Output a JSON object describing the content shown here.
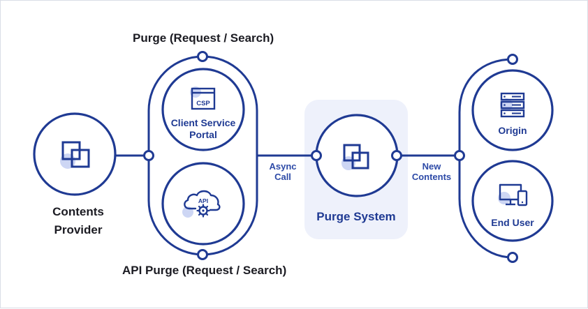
{
  "diagram": {
    "top_label": "Purge (Request / Search)",
    "bottom_label": "API Purge (Request / Search)",
    "contents_provider": {
      "line1": "Contents",
      "line2": "Provider",
      "icon": "overlapping-squares-icon"
    },
    "client_service_portal": {
      "badge": "CSP",
      "line1": "Client Service",
      "line2": "Portal",
      "icon": "browser-window-icon"
    },
    "api": {
      "badge": "API",
      "icon": "cloud-gear-icon"
    },
    "async_call": {
      "line1": "Async",
      "line2": "Call"
    },
    "purge_system": {
      "label": "Purge System",
      "icon": "overlapping-squares-icon"
    },
    "new_contents": {
      "line1": "New",
      "line2": "Contents"
    },
    "origin": {
      "label": "Origin",
      "icon": "server-icon"
    },
    "end_user": {
      "label": "End User",
      "icon": "devices-icon"
    },
    "colors": {
      "primary": "#1f3a93",
      "soft_circle": "#cdd6f4",
      "panel": "#eef1fb",
      "text": "#1b1b22"
    }
  }
}
